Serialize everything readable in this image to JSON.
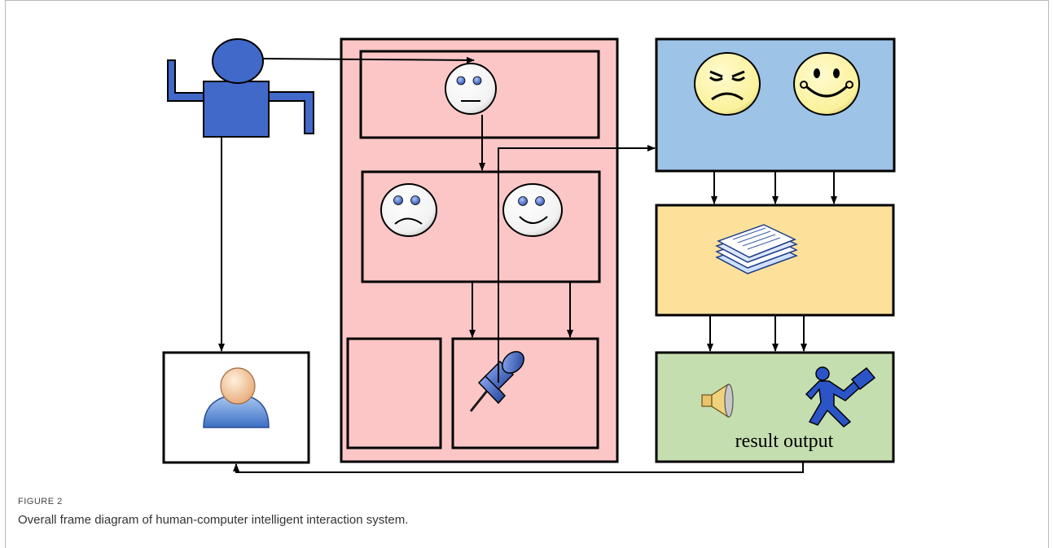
{
  "figure": {
    "label": "FIGURE 2",
    "caption": "Overall frame diagram of human-computer intelligent interaction system."
  },
  "diagram": {
    "output_box_label": "result output"
  },
  "icons": {
    "user": "stick-figure-person-icon",
    "neutral_face": "neutral-face-icon",
    "sad_face": "sad-face-icon",
    "happy_face": "happy-face-icon",
    "frown_face": "frowning-face-icon",
    "smile_face": "smiling-face-icon",
    "documents": "document-stack-icon",
    "pushpin": "pushpin-icon",
    "person_avatar": "user-avatar-icon",
    "speaker": "speaker-icon",
    "walking_person": "walking-person-letter-icon"
  },
  "colors": {
    "pink_panel": "#fdc6c6",
    "blue_panel": "#9dc3e6",
    "yellow_panel": "#fde19b",
    "green_panel": "#c5deb0",
    "figure_blue": "#4169c9",
    "face_yellow": "#fbf19a"
  }
}
